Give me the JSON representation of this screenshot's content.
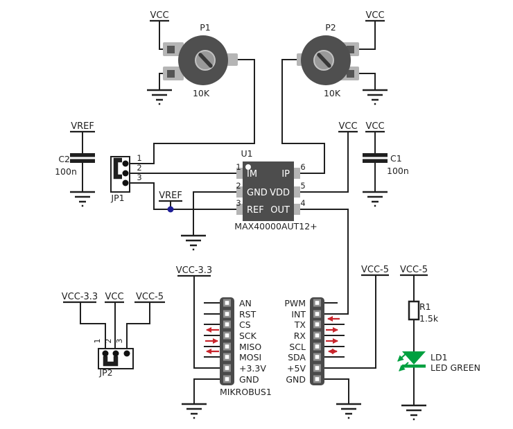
{
  "schematic": {
    "power": {
      "vcc": "VCC",
      "vref": "VREF",
      "vcc33": "VCC-3.3",
      "vcc5": "VCC-5"
    },
    "p1": {
      "ref": "P1",
      "value": "10K"
    },
    "p2": {
      "ref": "P2",
      "value": "10K"
    },
    "u1": {
      "ref": "U1",
      "part": "MAX40000AUT12+",
      "pins": {
        "im": {
          "num": "1",
          "name": "IM"
        },
        "gnd": {
          "num": "2",
          "name": "GND"
        },
        "ref": {
          "num": "3",
          "name": "REF"
        },
        "out": {
          "num": "4",
          "name": "OUT"
        },
        "vdd": {
          "num": "5",
          "name": "VDD"
        },
        "ip": {
          "num": "6",
          "name": "IP"
        }
      }
    },
    "c1": {
      "ref": "C1",
      "value": "100n"
    },
    "c2": {
      "ref": "C2",
      "value": "100n"
    },
    "jp1": {
      "ref": "JP1",
      "pins": [
        "1",
        "2",
        "3"
      ]
    },
    "jp2": {
      "ref": "JP2",
      "pins": [
        "1",
        "2",
        "3"
      ],
      "rails": [
        "VCC-3.3",
        "VCC",
        "VCC-5"
      ]
    },
    "r1": {
      "ref": "R1",
      "value": "1.5k"
    },
    "ld1": {
      "ref": "LD1",
      "value": "LED GREEN"
    },
    "mikrobus": {
      "label": "MIKROBUS1",
      "left_pins": [
        "AN",
        "RST",
        "CS",
        "SCK",
        "MISO",
        "MOSI",
        "+3.3V",
        "GND"
      ],
      "right_pins": [
        "PWM",
        "INT",
        "TX",
        "RX",
        "SCL",
        "SDA",
        "+5V",
        "GND"
      ]
    },
    "signal_arrows": {
      "left": [
        "SCK:left",
        "MISO:right",
        "MOSI:left"
      ],
      "right": [
        "TX:left",
        "RX:right",
        "SCL:right",
        "SDA:bidirectional"
      ]
    },
    "colors": {
      "wire": "#1f1f1f",
      "arrow_red": "#c8252c",
      "led_green": "#00a040",
      "junction_blue": "#1e1e96",
      "component_dark": "#4d4d4d",
      "pad_light": "#b5b5b5",
      "background": "#ffffff"
    }
  }
}
